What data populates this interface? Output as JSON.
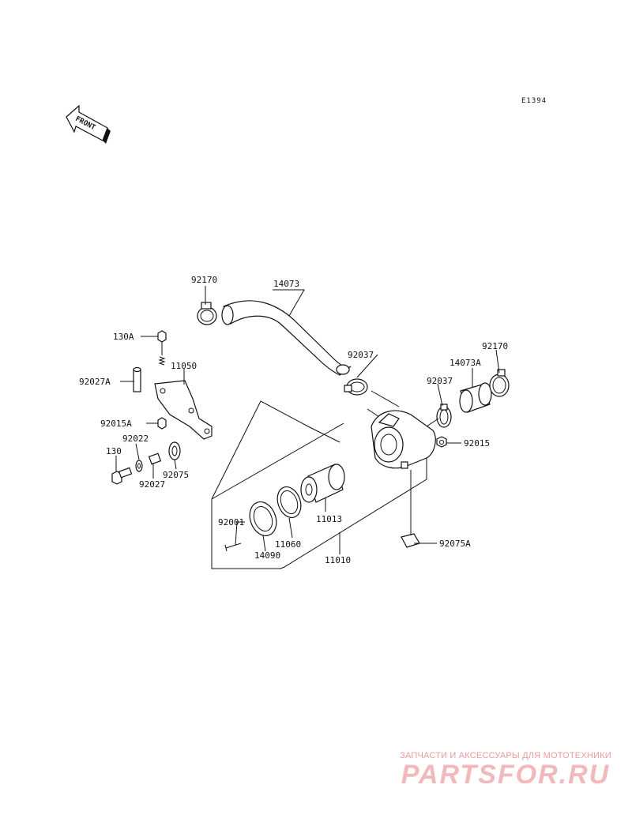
{
  "diagram_code": "E1394",
  "front_label": "FRONT",
  "labels": {
    "p92170_left": "92170",
    "p14073": "14073",
    "p130A": "130A",
    "p11050": "11050",
    "p92027A": "92027A",
    "p92037_upper": "92037",
    "p92170_right": "92170",
    "p14073A": "14073A",
    "p92037_lower": "92037",
    "p92015A": "92015A",
    "p92022": "92022",
    "p130": "130",
    "p92075": "92075",
    "p92027": "92027",
    "p92015": "92015",
    "p92001": "92001",
    "p11013": "11013",
    "p11060": "11060",
    "p14090": "14090",
    "p11010": "11010",
    "p92075A": "92075A"
  },
  "watermark": {
    "tagline": "ЗАПЧАСТИ И АКСЕССУАРЫ ДЛЯ МОТОТЕХНИКИ",
    "brand": "PARTSFOR.RU"
  }
}
